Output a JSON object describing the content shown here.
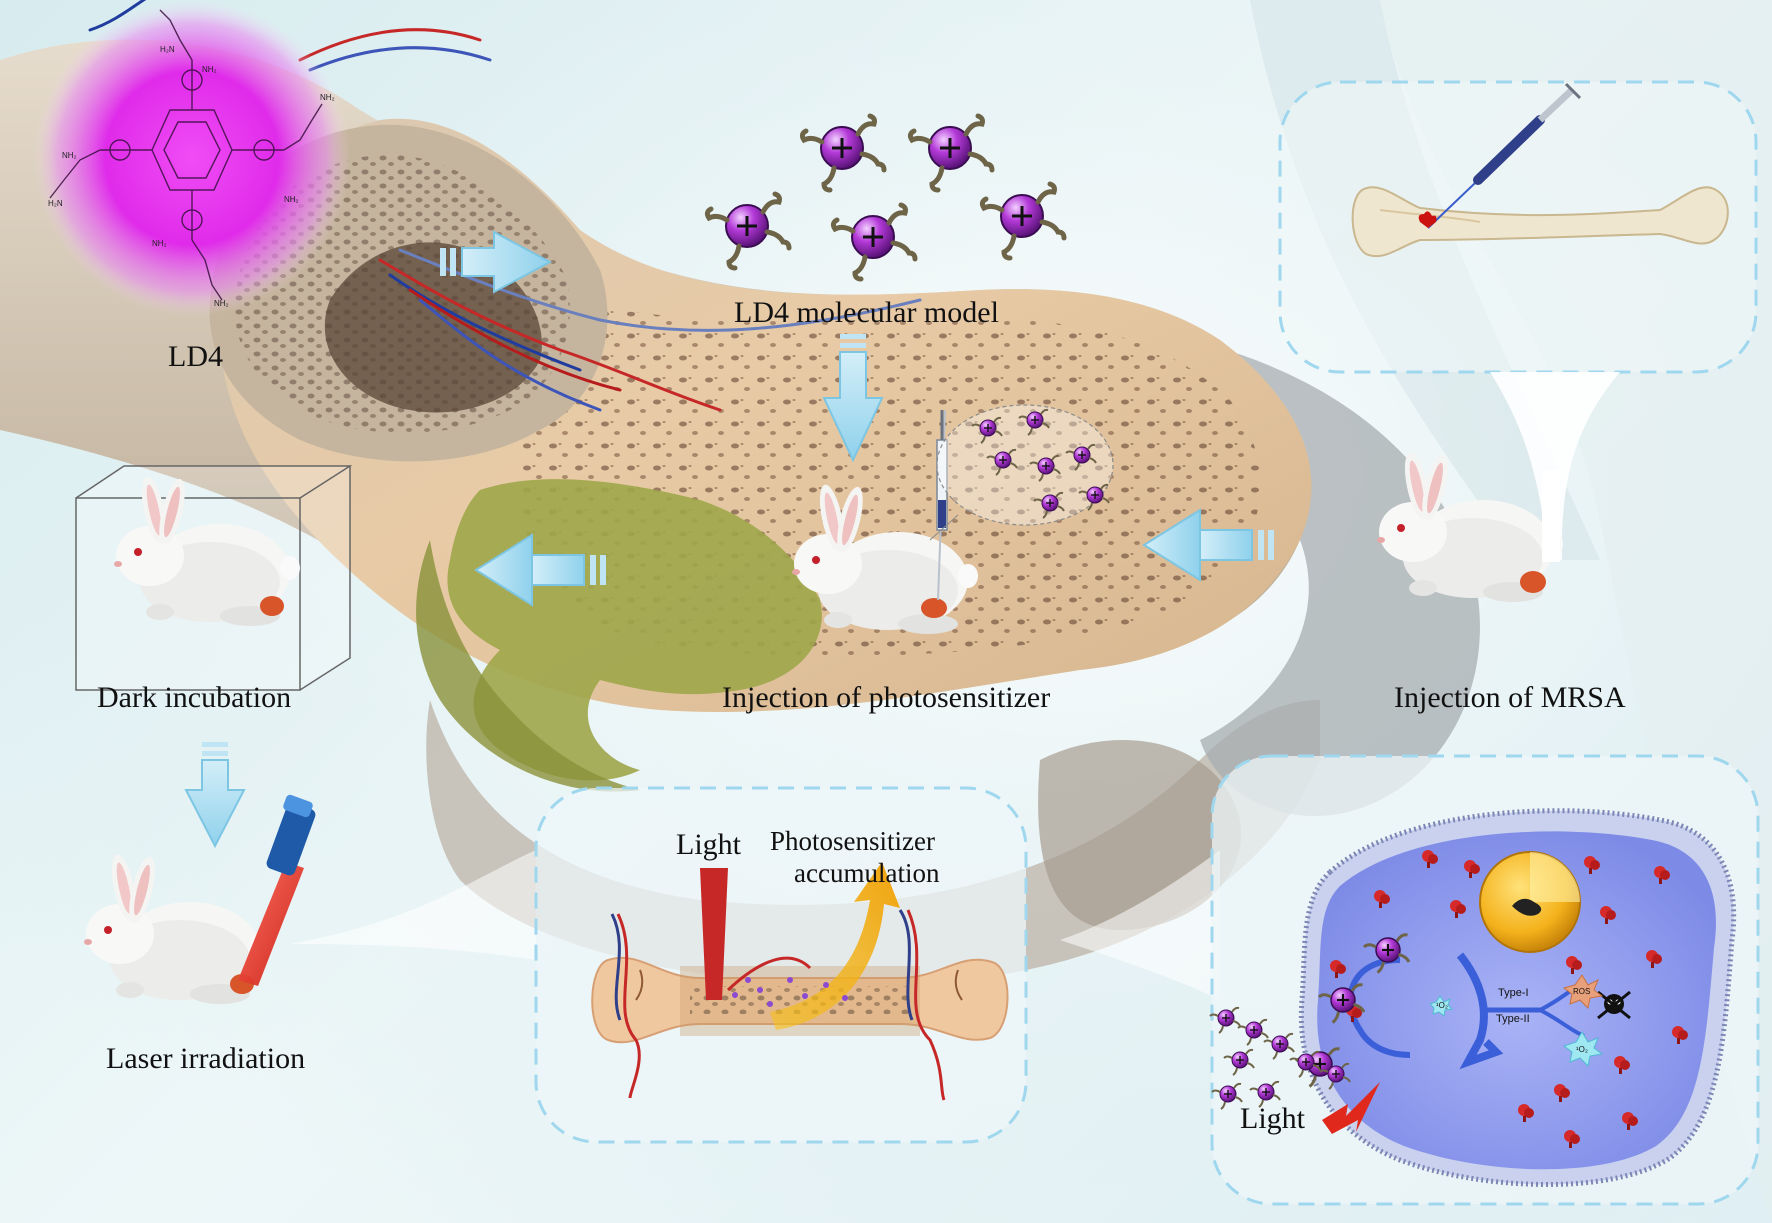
{
  "labels": {
    "ld4": "LD4",
    "molecular_model": "LD4 molecular model",
    "dark_incubation": "Dark incubation",
    "injection_photosensitizer": "Injection of photosensitizer",
    "injection_mrsa": "Injection of MRSA",
    "laser_irradiation": "Laser irradiation",
    "light_inset": "Light",
    "accumulation_line1": "Photosensitizer",
    "accumulation_line2": "accumulation",
    "light_cell": "Light",
    "type1": "Type-I",
    "type2": "Type-II",
    "ros": "ROS",
    "o2": "¹O₂",
    "o2b": "¹O₂",
    "charge": "+"
  },
  "chem_labels": {
    "nh2_a": "NH₂",
    "nh2_b": "NH₂",
    "nh2_c": "NH₂",
    "nh2_d": "NH₂",
    "nh2_e": "H₂N",
    "nh2_f": "H₂N",
    "nh2_g": "NH₂",
    "nh2_h": "NH₂"
  },
  "colors": {
    "molecule_purple": "#b43ad8",
    "ld4_glow": "#e02bea",
    "arrow_blue": "#a9dcef",
    "bone_tan": "#e7c9a2",
    "marrow_green": "#9ea64a",
    "cell_blue": "#8c9bf0",
    "nucleus_yellow": "#f4b21c",
    "laser_red": "#e0281c"
  }
}
